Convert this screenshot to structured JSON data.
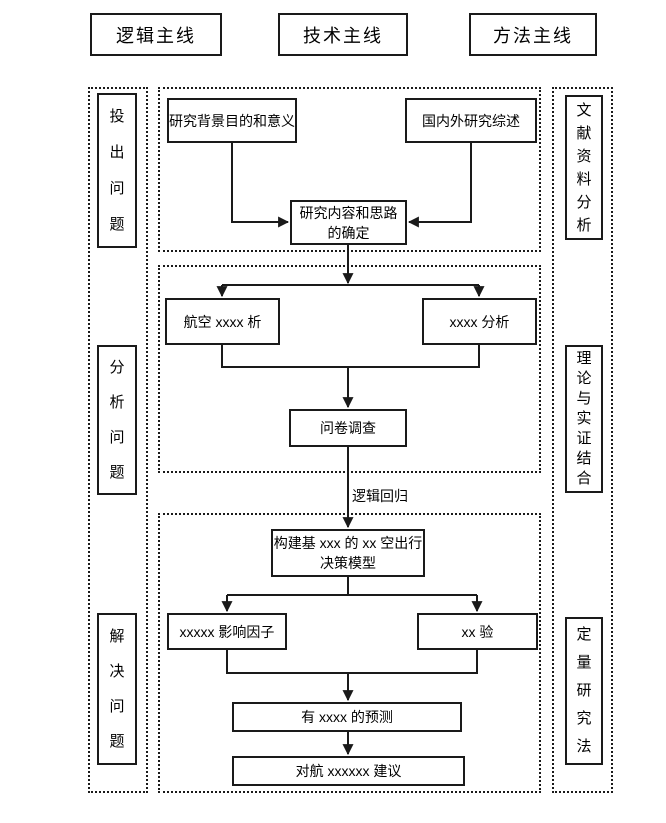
{
  "colors": {
    "ink": "#000000",
    "background": "#ffffff"
  },
  "header": {
    "items": [
      {
        "label": "逻辑主线"
      },
      {
        "label": "技术主线"
      },
      {
        "label": "方法主线"
      }
    ]
  },
  "left_column": {
    "items": [
      "投出问题",
      "分析问题",
      "解决问题"
    ]
  },
  "right_column": {
    "items": [
      "文献资料分析",
      "理论与实证结合",
      "定量研究法"
    ]
  },
  "flow": {
    "nodes": {
      "background_purpose": "研究背景目的和意义",
      "literature_review": "国内外研究综述",
      "content_line1": "研究内容和思路",
      "content_line2": "的确定",
      "aviation_analysis": "航空 xxxx 析",
      "xxxx_analysis": "xxxx 分析",
      "survey": "问卷调查",
      "model_line1": "构建基 xxx 的 xx 空出行",
      "model_line2": "决策模型",
      "influence_factors": "xxxxx 影响因子",
      "test": "xx 验",
      "prediction": "有 xxxx 的预测",
      "suggestion": "对航 xxxxxx 建议"
    },
    "edge_label": "逻辑回归"
  }
}
